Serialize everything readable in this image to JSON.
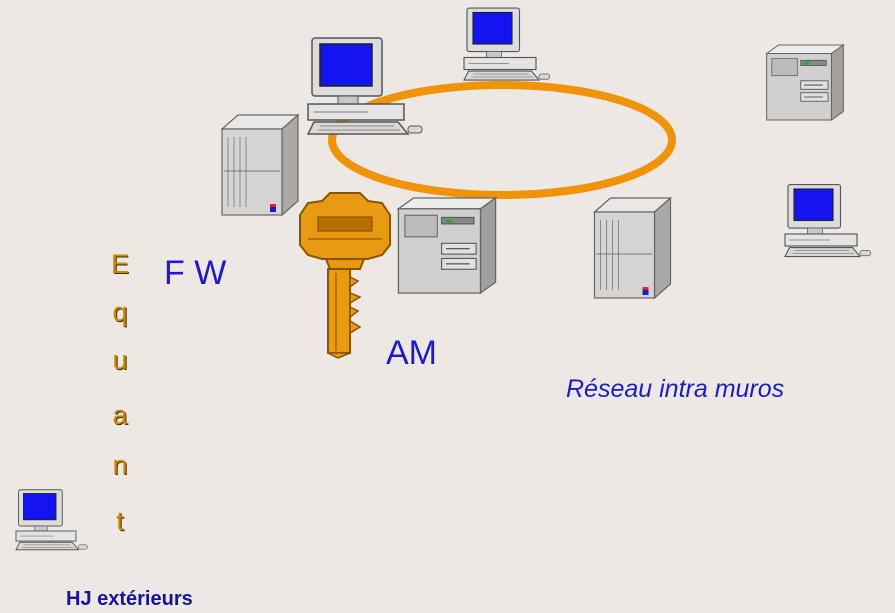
{
  "labels": {
    "fw": "F W",
    "am": "AM",
    "intra": "Réseau intra muros",
    "ext": "HJ extérieurs"
  },
  "equant_letters": [
    "E",
    "q",
    "u",
    "a",
    "n",
    "t"
  ],
  "colors": {
    "background": "#ede8e3",
    "ring": "#f0920a",
    "label_blue": "#1c1cc8",
    "letter_gold": "#c88a00",
    "screen": "#1414f0",
    "key": "#e89a12"
  },
  "icons": [
    "workstation-icon",
    "server-tower-icon",
    "key-icon",
    "ring-network-icon"
  ]
}
